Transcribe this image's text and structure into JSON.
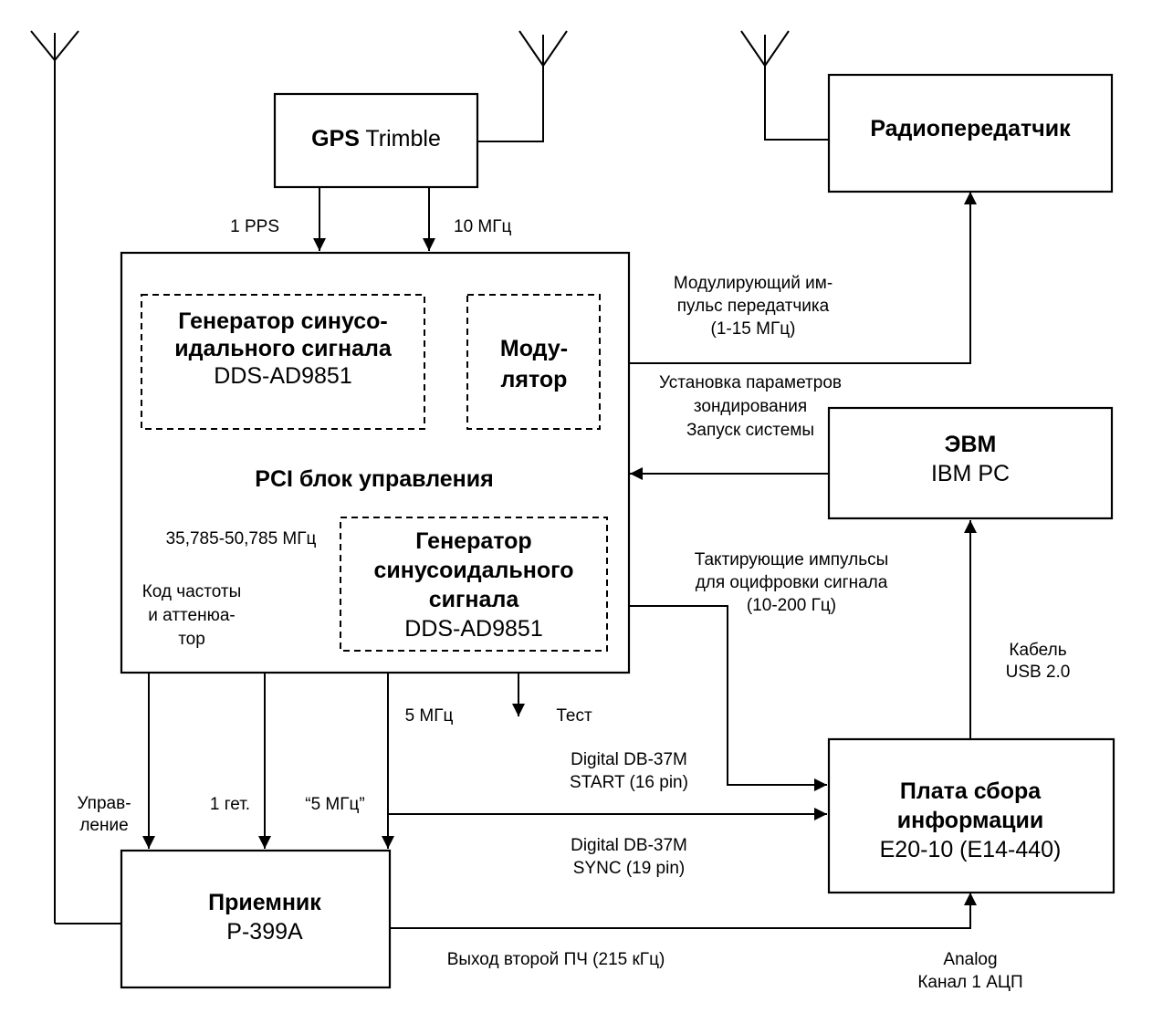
{
  "blocks": {
    "gps": {
      "title_bold": "GPS",
      "title_rest": " Trimble"
    },
    "transmitter": {
      "title": "Радиопередатчик"
    },
    "pci": {
      "title": "PCI блок управления"
    },
    "gen1": {
      "line1": "Генератор синусо-",
      "line2": "идального сигнала",
      "line3": "DDS-AD9851"
    },
    "modulator": {
      "line1": "Моду-",
      "line2": "лятор"
    },
    "gen2": {
      "line1": "Генератор",
      "line2": "синусоидального",
      "line3": "сигнала",
      "line4": "DDS-AD9851"
    },
    "computer": {
      "line1": "ЭВМ",
      "line2": "IBM PC"
    },
    "daq": {
      "line1": "Плата сбора",
      "line2": "информации",
      "line3": "E20-10 (E14-440)"
    },
    "receiver": {
      "line1": "Приемник",
      "line2": "Р-399А"
    }
  },
  "labels": {
    "pps": "1 PPS",
    "mhz10": "10 МГц",
    "mod_pulse": [
      "Модулирующий им-",
      "пульс передатчика",
      "(1-15 МГц)"
    ],
    "setup": [
      "Установка параметров",
      "зондирования",
      "Запуск системы"
    ],
    "freq_range": "35,785-50,785 МГц",
    "freq_code": [
      "Код частоты",
      "и аттенюа-",
      "тор"
    ],
    "clock": [
      "Тактирующие импульсы",
      "для оцифровки сигнала",
      "(10-200 Гц)"
    ],
    "cable": [
      "Кабель",
      "USB 2.0"
    ],
    "mhz5": "5 МГц",
    "test": "Тест",
    "start": [
      "Digital DB-37M",
      "START (16 pin)"
    ],
    "control": [
      "Управ-",
      "ление"
    ],
    "het1": "1 гет.",
    "mhz5q": "“5 МГц”",
    "sync": [
      "Digital DB-37M",
      "SYNC (19 pin)"
    ],
    "if_out": "Выход второй ПЧ (215 кГц)",
    "analog": [
      "Analog",
      "Канал 1 АЦП"
    ]
  }
}
